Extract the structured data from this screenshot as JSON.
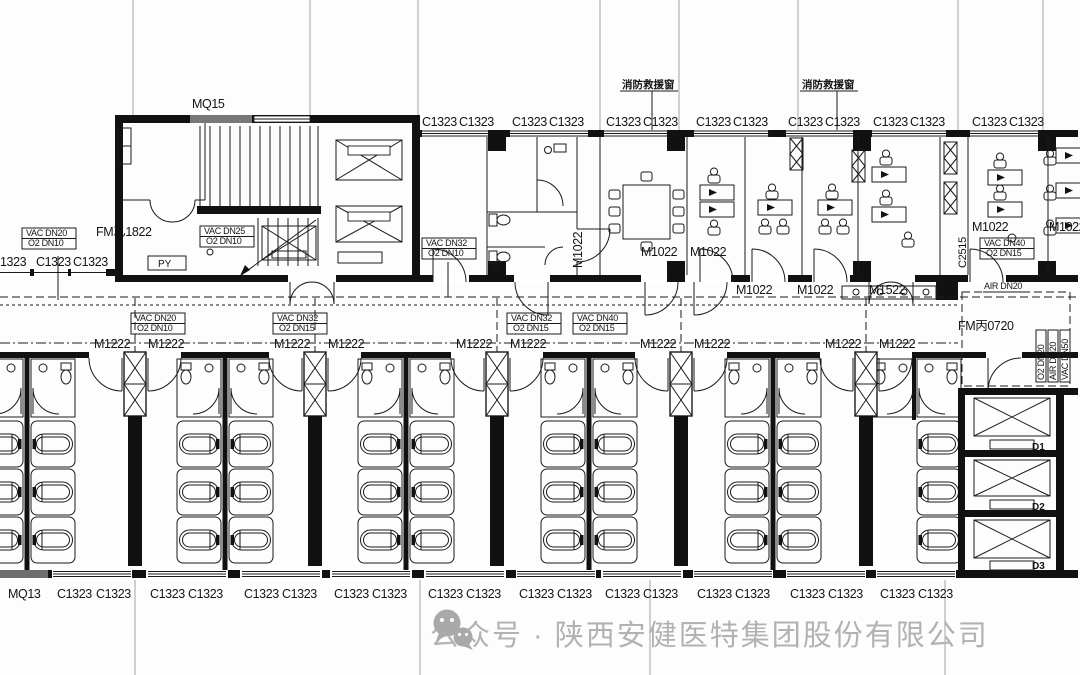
{
  "watermark": {
    "icon": "wechat-icon",
    "text": "公众号 · 陕西安健医特集团股份有限公司"
  },
  "L": {
    "win": "C1323",
    "win_l": "1323",
    "mq15": "MQ15",
    "mq13": "MQ13",
    "rescue": "消防救援窗",
    "m1222": "M1222",
    "m1022": "M1022",
    "m1522": "M1522",
    "c2515": "C2515",
    "py": "PY",
    "fm1822": "FM乙1822",
    "fm0720": "FM丙0720",
    "d": [
      "D1",
      "D2",
      "D3"
    ],
    "vac20": "VAC DN20",
    "vac25": "VAC DN25",
    "vac32": "VAC DN32",
    "vac40": "VAC DN40",
    "vac50": "VAC DN50",
    "o2_10": "O2 DN10",
    "o2_15": "O2 DN15",
    "o2_20": "O2 DN20",
    "air20": "AIR DN20"
  }
}
